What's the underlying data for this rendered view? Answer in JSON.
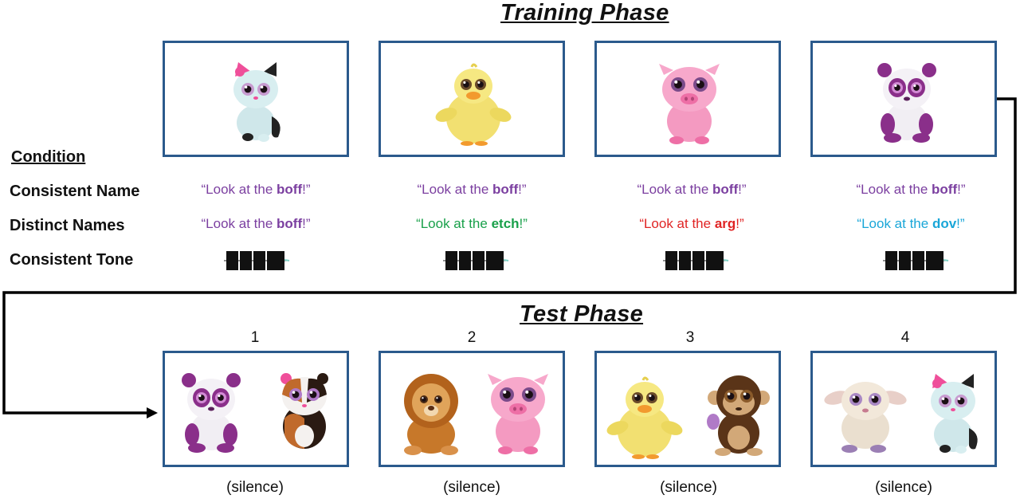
{
  "titles": {
    "training": "Training Phase",
    "test": "Test Phase"
  },
  "conditions": {
    "header": "Condition",
    "rows": [
      {
        "label": "Consistent Name"
      },
      {
        "label": "Distinct Names"
      },
      {
        "label": "Consistent Tone"
      }
    ]
  },
  "colors": {
    "frame": "#2b5a8c",
    "purple": "#7b3fa0",
    "green": "#19a04a",
    "red": "#e02424",
    "cyan": "#19a6d8"
  },
  "training_items": [
    {
      "toy": "white-cat",
      "consistent": {
        "prefix": "“Look at the ",
        "word": "boff",
        "suffix": "!”"
      },
      "distinct": {
        "prefix": "“Look at the ",
        "word": "boff",
        "suffix": "!”"
      }
    },
    {
      "toy": "yellow-chick",
      "consistent": {
        "prefix": "“Look at the ",
        "word": "boff",
        "suffix": "!”"
      },
      "distinct": {
        "prefix": "“Look at the ",
        "word": "etch",
        "suffix": "!”"
      }
    },
    {
      "toy": "pink-pig",
      "consistent": {
        "prefix": "“Look at the ",
        "word": "boff",
        "suffix": "!”"
      },
      "distinct": {
        "prefix": "“Look at the ",
        "word": "arg",
        "suffix": "!”"
      }
    },
    {
      "toy": "purple-panda",
      "consistent": {
        "prefix": "“Look at the ",
        "word": "boff",
        "suffix": "!”"
      },
      "distinct": {
        "prefix": "“Look at the ",
        "word": "dov",
        "suffix": "!”"
      }
    }
  ],
  "test_trials": [
    {
      "number": "1",
      "toys": [
        "purple-panda",
        "guinea-pig"
      ],
      "audio": "(silence)"
    },
    {
      "number": "2",
      "toys": [
        "lion",
        "pink-pig"
      ],
      "audio": "(silence)"
    },
    {
      "number": "3",
      "toys": [
        "yellow-chick",
        "monkey"
      ],
      "audio": "(silence)"
    },
    {
      "number": "4",
      "toys": [
        "lamb",
        "white-cat"
      ],
      "audio": "(silence)"
    }
  ]
}
